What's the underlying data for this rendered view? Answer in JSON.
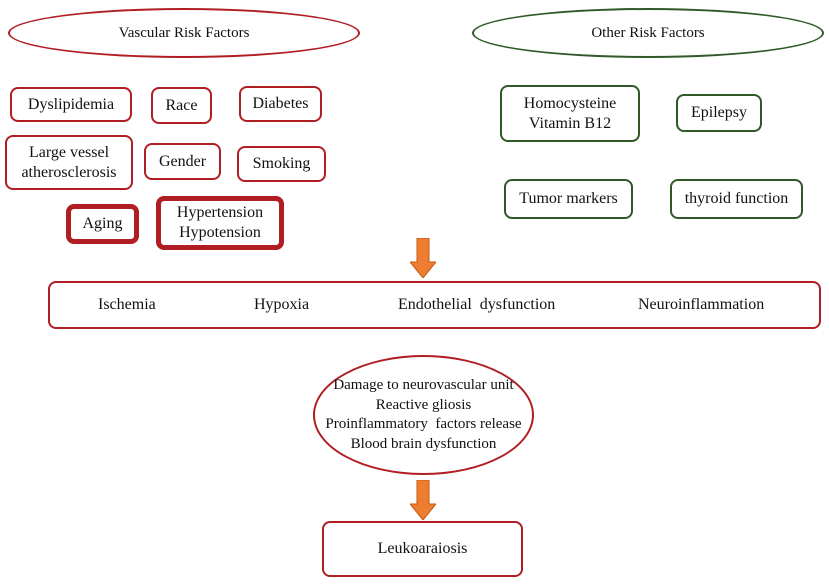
{
  "colors": {
    "red": "#b01e23",
    "green": "#2f5a27",
    "arrow": "#ed7d31"
  },
  "vascular": {
    "title": "Vascular Risk Factors",
    "items": {
      "dyslipidemia": "Dyslipidemia",
      "race": "Race",
      "diabetes": "Diabetes",
      "large_vessel_1": "Large vessel",
      "large_vessel_2": "atherosclerosis",
      "gender": "Gender",
      "smoking": "Smoking",
      "aging": "Aging",
      "hypertension": "Hypertension",
      "hypotension": "Hypotension"
    }
  },
  "other": {
    "title": "Other Risk Factors",
    "items": {
      "homocysteine": "Homocysteine",
      "vitamin_b12": "Vitamin  B12",
      "epilepsy": "Epilepsy",
      "tumor_markers": "Tumor markers",
      "thyroid": "thyroid function"
    }
  },
  "mechanisms": [
    "Ischemia",
    "Hypoxia",
    "Endothelial  dysfunction",
    "Neuroinflammation"
  ],
  "damage": [
    "Damage to neurovascular unit",
    "Reactive gliosis",
    "Proinflammatory  factors release",
    "Blood brain dysfunction"
  ],
  "outcome": "Leukoaraiosis"
}
